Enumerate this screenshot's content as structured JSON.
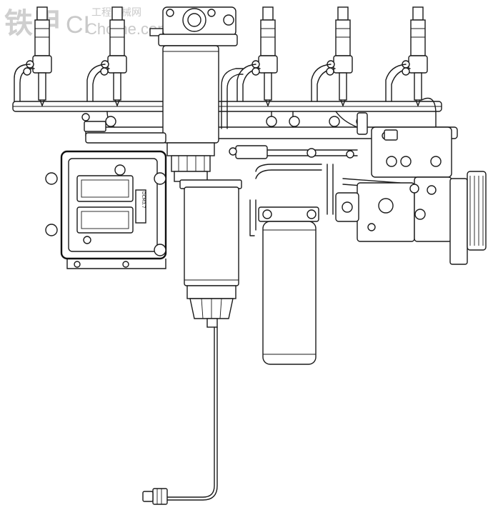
{
  "watermark": {
    "logo_mark": "铁甲",
    "site_text": "Chome.com",
    "site_prefix": "CI",
    "tagline": "工程机械网",
    "color": "#c9c9c9"
  },
  "ecu_plate_text": "DCM3.7",
  "colors": {
    "line": "#1a1a1a",
    "background": "#ffffff"
  }
}
